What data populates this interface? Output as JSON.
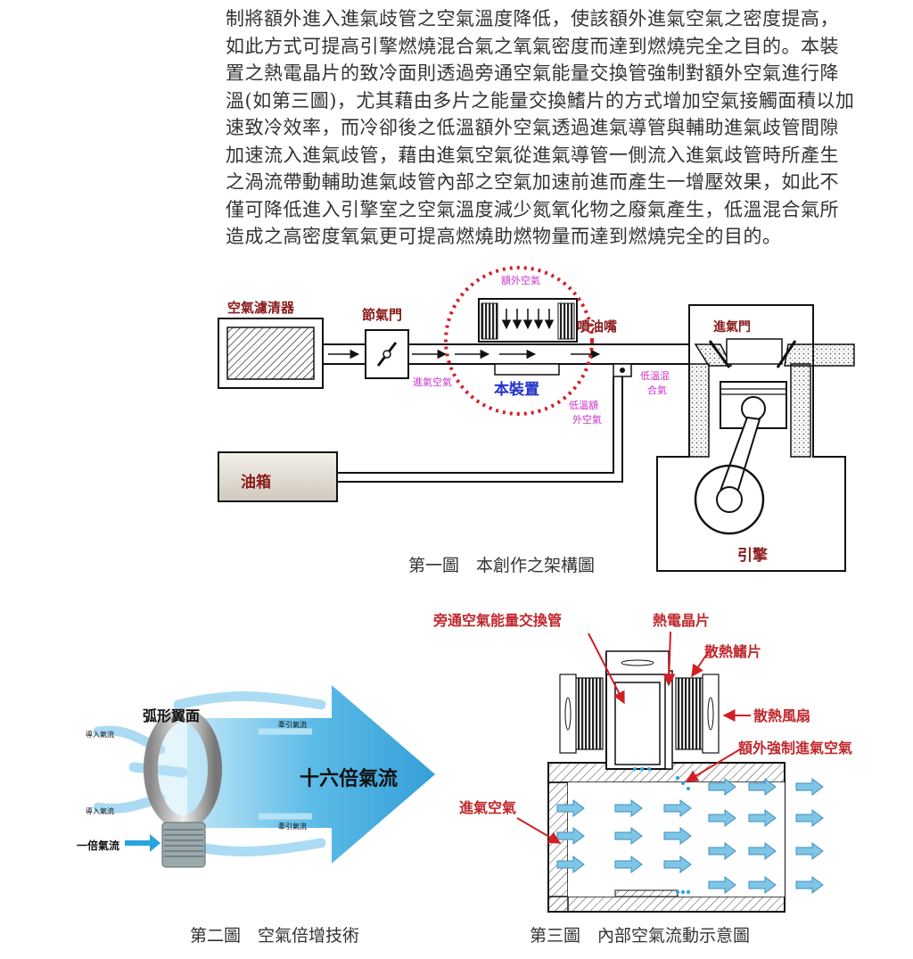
{
  "paragraph": [
    "制將額外進入進氣歧管之空氣溫度降低，使該額外進氣空氣之密度提高，",
    "如此方式可提高引擎燃燒混合氣之氧氣密度而達到燃燒完全之目的。本裝",
    "置之熱電晶片的致冷面則透過旁通空氣能量交換管強制對額外空氣進行降",
    "溫(如第三圖)，尤其藉由多片之能量交換鰭片的方式增加空氣接觸面積以加",
    "速致冷效率，而冷卻後之低溫額外空氣透過進氣導管與輔助進氣歧管間隙",
    "加速流入進氣歧管，藉由進氣空氣從進氣導管一側流入進氣歧管時所產生",
    "之渦流帶動輔助進氣歧管內部之空氣加速前進而產生一增壓效果，如此不",
    "僅可降低進入引擎室之空氣溫度減少氮氧化物之廢氣產生，低溫混合氣所",
    "造成之高密度氧氣更可提高燃燒助燃物量而達到燃燒完全的目的。"
  ],
  "figure1": {
    "caption": "第一圖　本創作之架構圖",
    "labels": {
      "air_filter": "空氣濾清器",
      "throttle": "節氣門",
      "extra_air": "額外空氣",
      "injector": "噴油嘴",
      "intake_valve": "進氣門",
      "intake_air": "進氣空氣",
      "device": "本裝置",
      "low_temp_mix_1": "低溫混",
      "low_temp_mix_2": "合氣",
      "low_temp_extra_1": "低溫額",
      "low_temp_extra_2": "外空氣",
      "fuel_tank": "油箱",
      "engine": "引擎"
    }
  },
  "figure2": {
    "caption": "第二圖　空氣倍增技術",
    "labels": {
      "arc_wing": "弧形翼面",
      "inlet_1": "導入氣流",
      "inlet_2": "導入氣流",
      "traction_1": "牽引氣流",
      "traction_2": "牽引氣流",
      "sixteen_x": "十六倍氣流",
      "one_x": "一倍氣流"
    }
  },
  "figure3": {
    "caption": "第三圖　內部空氣流動示意圖",
    "labels": {
      "bypass_tube": "旁通空氣能量交換管",
      "thermo_chip": "熱電晶片",
      "heat_fins": "散熱鰭片",
      "heat_fan": "散熱風扇",
      "forced_air": "額外強制進氣空氣",
      "intake_air": "進氣空氣"
    }
  },
  "colors": {
    "red_label": "#c0282d",
    "magenta_label": "#cc33cc",
    "blue_label": "#2233cc",
    "dark_red_label": "#8a1a1a",
    "flow_cyan": "#29a3dc",
    "arrow_fill": "#7fc6e6"
  }
}
